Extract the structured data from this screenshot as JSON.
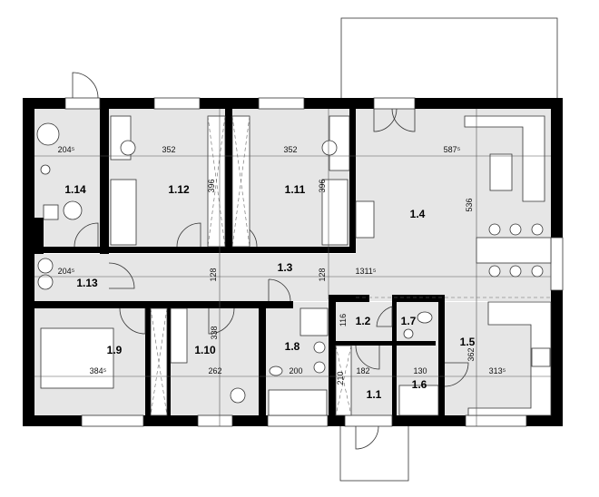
{
  "rooms": {
    "r1_14": "1.14",
    "r1_12": "1.12",
    "r1_11": "1.11",
    "r1_4": "1.4",
    "r1_3": "1.3",
    "r1_13": "1.13",
    "r1_9": "1.9",
    "r1_10": "1.10",
    "r1_8": "1.8",
    "r1_2": "1.2",
    "r1_7": "1.7",
    "r1_5": "1.5",
    "r1_1": "1.1",
    "r1_6": "1.6"
  },
  "dimensions": {
    "d_1_14_w": "204⁵",
    "d_1_12_w": "352",
    "d_1_11_w": "352",
    "d_wardrobe_1": "396",
    "d_wardrobe_2": "396",
    "d_1_4_w": "587⁵",
    "d_1_4_h": "536",
    "d_1_13_w": "204⁵",
    "d_corr_1": "128",
    "d_corr_2": "128",
    "d_1_3_l": "1311⁵",
    "d_1_10_h": "338",
    "d_1_2_h": "116",
    "d_1_9_w": "384⁵",
    "d_1_10_w": "262",
    "d_1_8_w": "200",
    "d_1_1_h": "210",
    "d_1_1_w": "182",
    "d_1_6_w": "130",
    "d_1_5_h": "362",
    "d_1_5_w": "313⁵"
  },
  "colors": {
    "wall": "#000000",
    "floor": "#e6e6e6"
  },
  "icons": [
    "electric-panel-icon",
    "boiler-icon",
    "toilet-icon",
    "sink-icon",
    "bathtub-icon",
    "shower-icon",
    "stove-icon",
    "washing-machine-icon",
    "bed-icon",
    "chair-icon",
    "dining-table-icon",
    "sofa-icon"
  ]
}
